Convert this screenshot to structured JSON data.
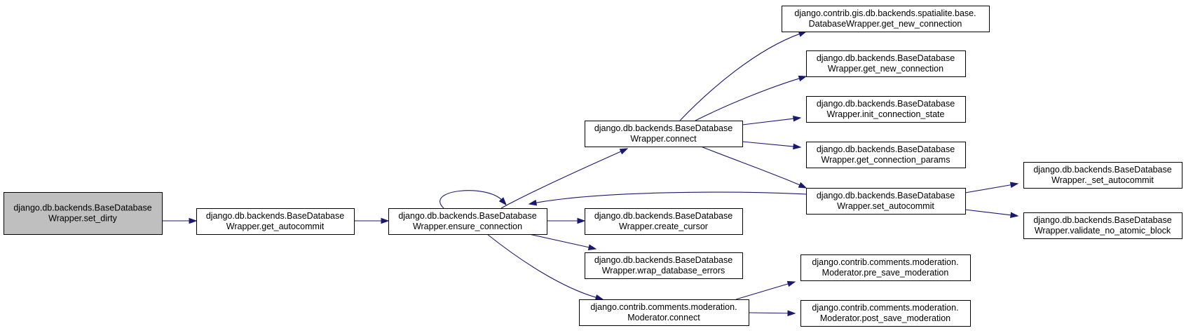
{
  "colors": {
    "edge": "#191970",
    "node_fill": "#ffffff",
    "root_fill": "#bfbfbf",
    "border": "#000000"
  },
  "nodes": [
    {
      "id": "set_dirty",
      "lines": [
        "django.db.backends.BaseDatabase",
        "Wrapper.set_dirty"
      ],
      "root": true
    },
    {
      "id": "get_autocommit",
      "lines": [
        "django.db.backends.BaseDatabase",
        "Wrapper.get_autocommit"
      ]
    },
    {
      "id": "ensure_connection",
      "lines": [
        "django.db.backends.BaseDatabase",
        "Wrapper.ensure_connection"
      ]
    },
    {
      "id": "connect",
      "lines": [
        "django.db.backends.BaseDatabase",
        "Wrapper.connect"
      ]
    },
    {
      "id": "create_cursor",
      "lines": [
        "django.db.backends.BaseDatabase",
        "Wrapper.create_cursor"
      ]
    },
    {
      "id": "wrap_database_errors",
      "lines": [
        "django.db.backends.BaseDatabase",
        "Wrapper.wrap_database_errors"
      ]
    },
    {
      "id": "mod_connect",
      "lines": [
        "django.contrib.comments.moderation.",
        "Moderator.connect"
      ]
    },
    {
      "id": "spatialite_get_new_connection",
      "lines": [
        "django.contrib.gis.db.backends.spatialite.base.",
        "DatabaseWrapper.get_new_connection"
      ]
    },
    {
      "id": "get_new_connection",
      "lines": [
        "django.db.backends.BaseDatabase",
        "Wrapper.get_new_connection"
      ]
    },
    {
      "id": "init_connection_state",
      "lines": [
        "django.db.backends.BaseDatabase",
        "Wrapper.init_connection_state"
      ]
    },
    {
      "id": "get_connection_params",
      "lines": [
        "django.db.backends.BaseDatabase",
        "Wrapper.get_connection_params"
      ]
    },
    {
      "id": "set_autocommit",
      "lines": [
        "django.db.backends.BaseDatabase",
        "Wrapper.set_autocommit"
      ]
    },
    {
      "id": "pre_save_moderation",
      "lines": [
        "django.contrib.comments.moderation.",
        "Moderator.pre_save_moderation"
      ]
    },
    {
      "id": "post_save_moderation",
      "lines": [
        "django.contrib.comments.moderation.",
        "Moderator.post_save_moderation"
      ]
    },
    {
      "id": "_set_autocommit",
      "lines": [
        "django.db.backends.BaseDatabase",
        "Wrapper._set_autocommit"
      ]
    },
    {
      "id": "validate_no_atomic_block",
      "lines": [
        "django.db.backends.BaseDatabase",
        "Wrapper.validate_no_atomic_block"
      ]
    }
  ],
  "edges": [
    {
      "from": "set_dirty",
      "to": "get_autocommit"
    },
    {
      "from": "get_autocommit",
      "to": "ensure_connection"
    },
    {
      "from": "ensure_connection",
      "to": "ensure_connection"
    },
    {
      "from": "ensure_connection",
      "to": "connect"
    },
    {
      "from": "ensure_connection",
      "to": "create_cursor"
    },
    {
      "from": "ensure_connection",
      "to": "wrap_database_errors"
    },
    {
      "from": "ensure_connection",
      "to": "mod_connect"
    },
    {
      "from": "connect",
      "to": "spatialite_get_new_connection"
    },
    {
      "from": "connect",
      "to": "get_new_connection"
    },
    {
      "from": "connect",
      "to": "init_connection_state"
    },
    {
      "from": "connect",
      "to": "get_connection_params"
    },
    {
      "from": "connect",
      "to": "set_autocommit"
    },
    {
      "from": "set_autocommit",
      "to": "ensure_connection"
    },
    {
      "from": "set_autocommit",
      "to": "_set_autocommit"
    },
    {
      "from": "set_autocommit",
      "to": "validate_no_atomic_block"
    },
    {
      "from": "mod_connect",
      "to": "pre_save_moderation"
    },
    {
      "from": "mod_connect",
      "to": "post_save_moderation"
    }
  ]
}
